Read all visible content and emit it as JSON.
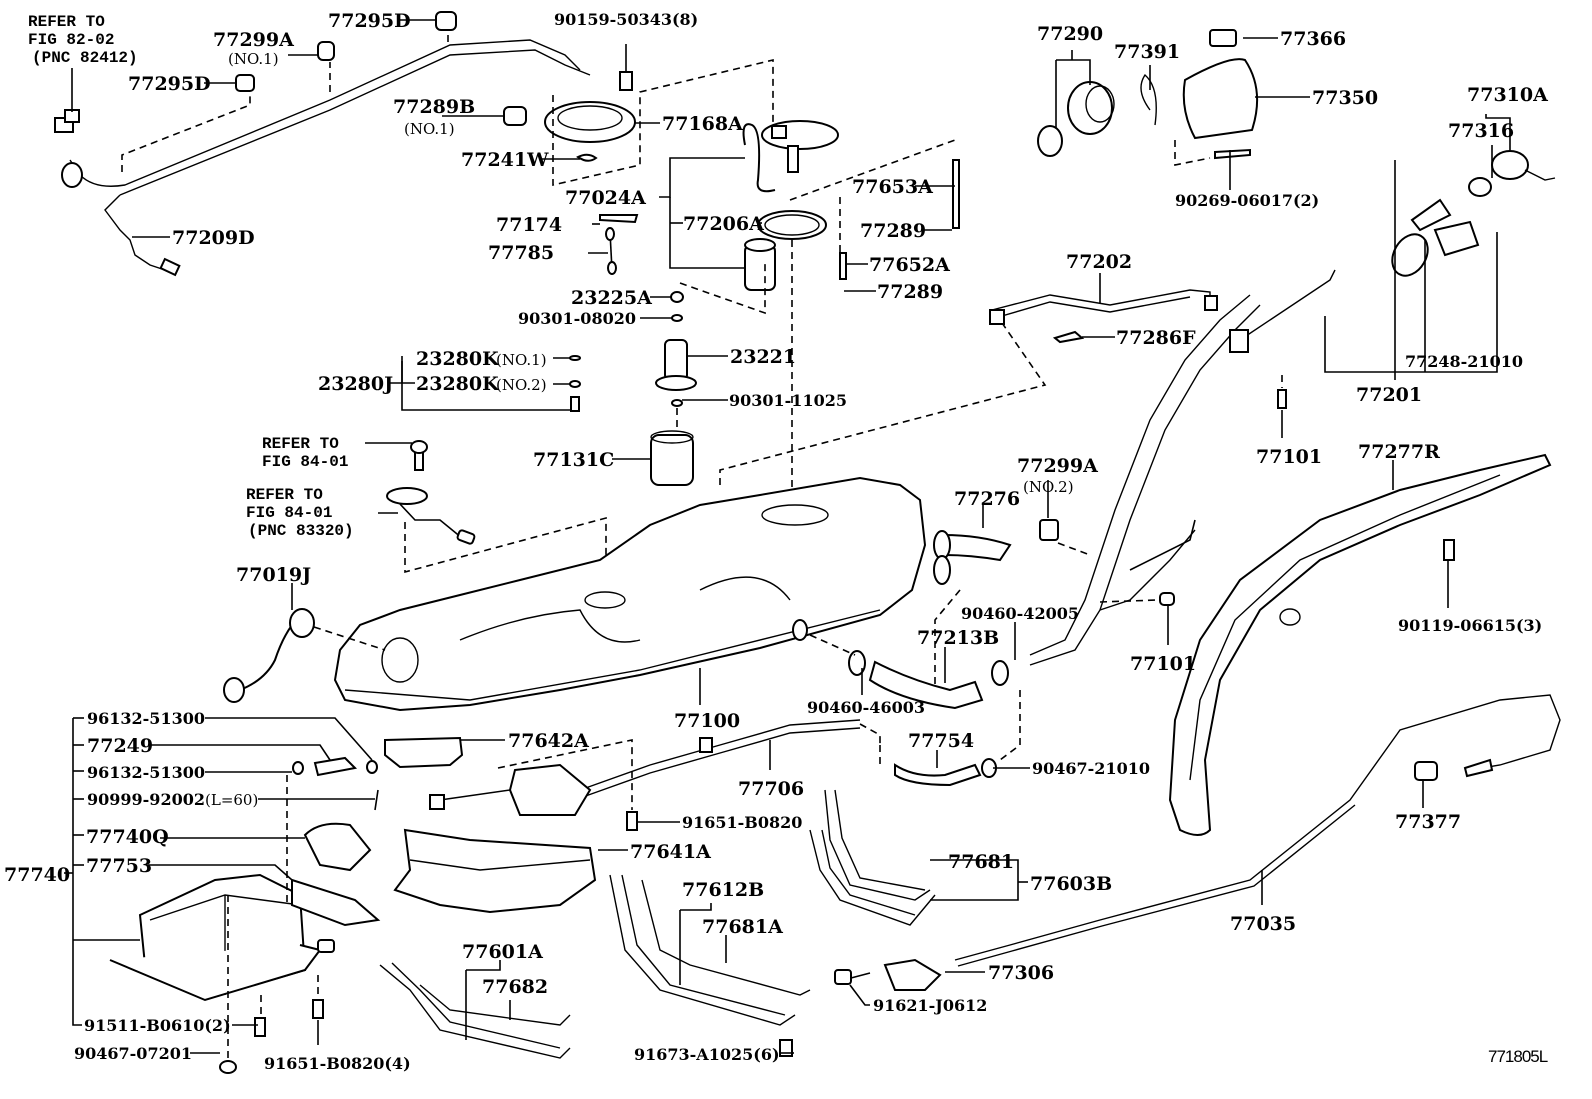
{
  "diagram": {
    "figure_code": "771805L",
    "refs": [
      {
        "id": "ref-fig-82-02",
        "lines": [
          "REFER TO",
          "FIG 82-02",
          "(PNC 82412)"
        ]
      },
      {
        "id": "ref-fig-84-01-a",
        "lines": [
          "REFER TO",
          "FIG 84-01"
        ]
      },
      {
        "id": "ref-fig-84-01-b",
        "lines": [
          "REFER TO",
          "FIG 84-01",
          "(PNC 83320)"
        ]
      }
    ],
    "parts": [
      {
        "id": "77295D-a",
        "label": "77295D"
      },
      {
        "id": "77299A-no1",
        "label": "77299A",
        "note": "(NO.1)"
      },
      {
        "id": "77295D-b",
        "label": "77295D"
      },
      {
        "id": "77209D",
        "label": "77209D"
      },
      {
        "id": "90159-50343",
        "label": "90159-50343(8)"
      },
      {
        "id": "77289B",
        "label": "77289B",
        "note": "(NO.1)"
      },
      {
        "id": "77168A",
        "label": "77168A"
      },
      {
        "id": "77241W",
        "label": "77241W"
      },
      {
        "id": "77024A",
        "label": "77024A"
      },
      {
        "id": "77174",
        "label": "77174"
      },
      {
        "id": "77785",
        "label": "77785"
      },
      {
        "id": "77206A",
        "label": "77206A"
      },
      {
        "id": "77653A",
        "label": "77653A"
      },
      {
        "id": "77289-a",
        "label": "77289"
      },
      {
        "id": "77652A",
        "label": "77652A"
      },
      {
        "id": "77289-b",
        "label": "77289"
      },
      {
        "id": "23225A",
        "label": "23225A"
      },
      {
        "id": "90301-08020",
        "label": "90301-08020"
      },
      {
        "id": "23221",
        "label": "23221"
      },
      {
        "id": "23280K-no1",
        "label": "23280K",
        "note": "(NO.1)"
      },
      {
        "id": "23280J",
        "label": "23280J"
      },
      {
        "id": "23280K-no2",
        "label": "23280K",
        "note": "(NO.2)"
      },
      {
        "id": "90301-11025",
        "label": "90301-11025"
      },
      {
        "id": "77131C",
        "label": "77131C"
      },
      {
        "id": "77019J",
        "label": "77019J"
      },
      {
        "id": "77290",
        "label": "77290"
      },
      {
        "id": "77391",
        "label": "77391"
      },
      {
        "id": "77366",
        "label": "77366"
      },
      {
        "id": "77350",
        "label": "77350"
      },
      {
        "id": "90269-06017",
        "label": "90269-06017(2)"
      },
      {
        "id": "77310A",
        "label": "77310A"
      },
      {
        "id": "77316",
        "label": "77316"
      },
      {
        "id": "77202",
        "label": "77202"
      },
      {
        "id": "77286F",
        "label": "77286F"
      },
      {
        "id": "77248-21010",
        "label": "77248-21010"
      },
      {
        "id": "77201",
        "label": "77201"
      },
      {
        "id": "77101-a",
        "label": "77101"
      },
      {
        "id": "77277R",
        "label": "77277R"
      },
      {
        "id": "90119-06615",
        "label": "90119-06615(3)"
      },
      {
        "id": "77299A-no2",
        "label": "77299A",
        "note": "(NO.2)"
      },
      {
        "id": "77276",
        "label": "77276"
      },
      {
        "id": "90460-42005",
        "label": "90460-42005"
      },
      {
        "id": "77213B",
        "label": "77213B"
      },
      {
        "id": "77101-b",
        "label": "77101"
      },
      {
        "id": "90460-46003",
        "label": "90460-46003"
      },
      {
        "id": "77100",
        "label": "77100"
      },
      {
        "id": "77754",
        "label": "77754"
      },
      {
        "id": "90467-21010",
        "label": "90467-21010"
      },
      {
        "id": "77642A",
        "label": "77642A"
      },
      {
        "id": "77706",
        "label": "77706"
      },
      {
        "id": "91651-B0820-a",
        "label": "91651-B0820"
      },
      {
        "id": "77641A",
        "label": "77641A"
      },
      {
        "id": "77612B",
        "label": "77612B"
      },
      {
        "id": "77681A",
        "label": "77681A"
      },
      {
        "id": "77601A",
        "label": "77601A"
      },
      {
        "id": "77682",
        "label": "77682"
      },
      {
        "id": "91673-A1025",
        "label": "91673-A1025(6)"
      },
      {
        "id": "77681",
        "label": "77681"
      },
      {
        "id": "77603B",
        "label": "77603B"
      },
      {
        "id": "77306",
        "label": "77306"
      },
      {
        "id": "91621-J0612",
        "label": "91621-J0612"
      },
      {
        "id": "77035",
        "label": "77035"
      },
      {
        "id": "77377",
        "label": "77377"
      },
      {
        "id": "96132-51300-a",
        "label": "96132-51300"
      },
      {
        "id": "77249",
        "label": "77249"
      },
      {
        "id": "96132-51300-b",
        "label": "96132-51300"
      },
      {
        "id": "90999-92002",
        "label": "90999-92002",
        "note": "(L=60)"
      },
      {
        "id": "77740Q",
        "label": "77740Q"
      },
      {
        "id": "77740",
        "label": "77740"
      },
      {
        "id": "77753",
        "label": "77753"
      },
      {
        "id": "91511-B0610",
        "label": "91511-B0610(2)"
      },
      {
        "id": "90467-07201",
        "label": "90467-07201"
      },
      {
        "id": "91651-B0820-b",
        "label": "91651-B0820(4)"
      }
    ]
  }
}
